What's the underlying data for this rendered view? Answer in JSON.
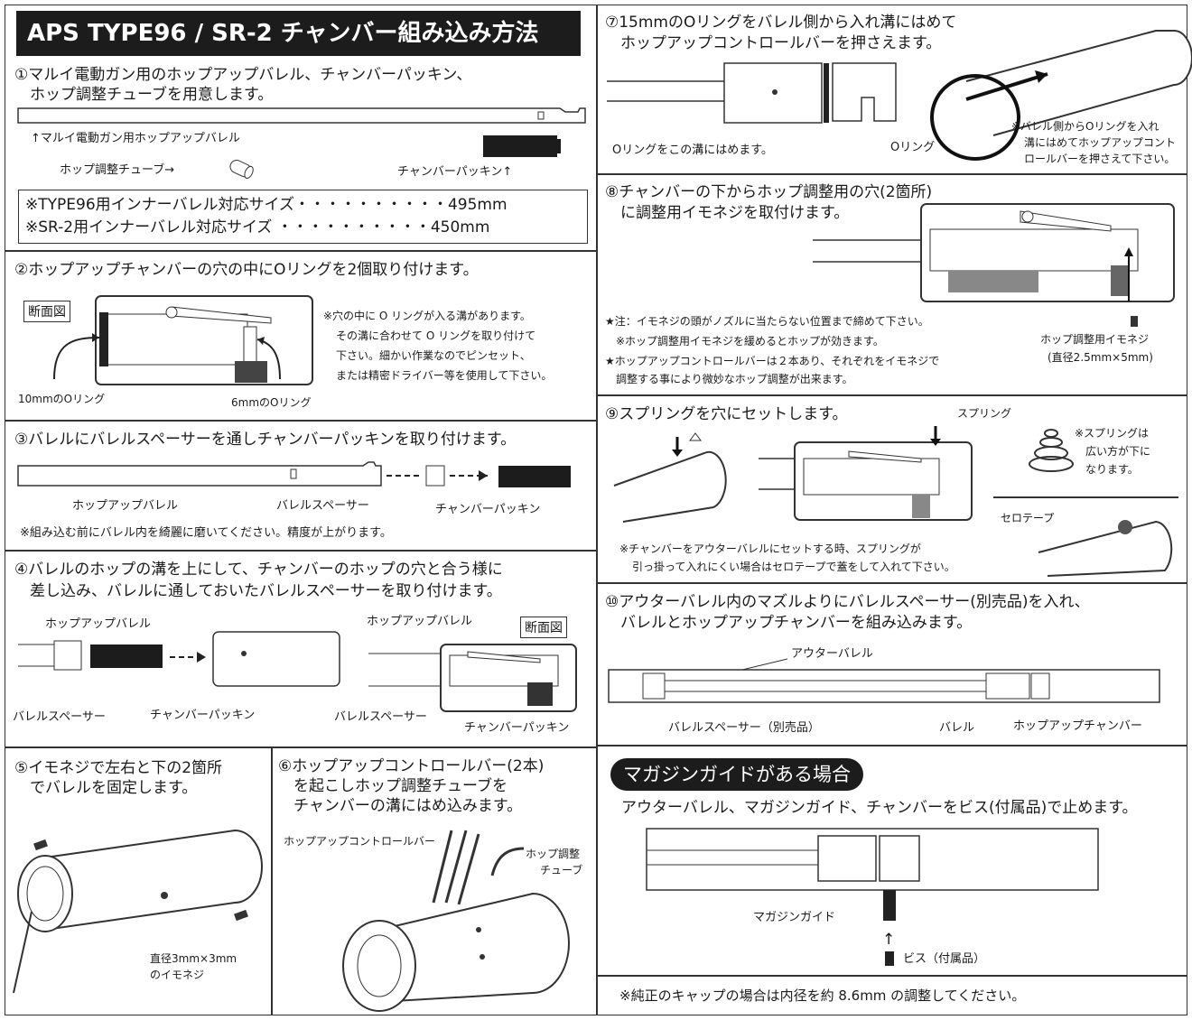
{
  "title": "APS TYPE96 / SR-2 チャンバー組み込み方法",
  "s1": {
    "heading": [
      "①マルイ電動ガン用のホップアップバレル、チャンバーパッキン、",
      "　ホップ調整チューブを用意します。"
    ],
    "barrel_label": "↑マルイ電動ガン用ホップアップバレル",
    "tube_label": "ホップ調整チューブ→",
    "packing_label": "チャンバーパッキン↑",
    "size1_text": "※TYPE96用インナーバレル対応サイズ・・・・・・・・・・495mm",
    "size2_text": "※SR-2用インナーバレル対応サイズ ・・・・・・・・・・450mm"
  },
  "s2": {
    "heading": "②ホップアップチャンバーの穴の中にOリングを2個取り付けます。",
    "section_label": "断面図",
    "note": [
      "※穴の中に O リングが入る溝があります。",
      "その溝に合わせて O リングを取り付けて",
      "下さい。細かい作業なのでピンセット、",
      "または精密ドライバー等を使用して下さい。"
    ],
    "oring10": "10mmのOリング",
    "oring6": "6mmのOリング"
  },
  "s3": {
    "heading": "③バレルにバレルスペーサーを通しチャンバーパッキンを取り付けます。",
    "barrel": "ホップアップバレル",
    "spacer": "バレルスペーサー",
    "packing": "チャンバーパッキン",
    "note": "※組み込む前にバレル内を綺麗に磨いてください。精度が上がります。"
  },
  "s4": {
    "heading": [
      "④バレルのホップの溝を上にして、チャンバーのホップの穴と合う様に",
      "　差し込み、バレルに通しておいたバレルスペーサーを取り付けます。"
    ],
    "barrel1": "ホップアップバレル",
    "barrel2": "ホップアップバレル",
    "section_label": "断面図",
    "spacer1": "バレルスペーサー",
    "packing1": "チャンバーパッキン",
    "spacer2": "バレルスペーサー",
    "packing2": "チャンバーパッキン"
  },
  "s5": {
    "heading": [
      "⑤イモネジで左右と下の2箇所",
      "　でバレルを固定します。"
    ],
    "screw_note": [
      "直径3mm×3mm",
      "のイモネジ"
    ]
  },
  "s6": {
    "heading": [
      "⑥ホップアップコントロールバー(2本)",
      "　を起こしホップ調整チューブを",
      "　チャンバーの溝にはめ込みます。"
    ],
    "bar_label": "ホップアップコントロールバー",
    "tube_label": [
      "ホップ調整",
      "チューブ"
    ]
  },
  "s7": {
    "heading": [
      "⑦15mmのOリングをバレル側から入れ溝にはめて",
      "　ホップアップコントロールバーを押さえます。"
    ],
    "groove_label": "Oリングをこの溝にはめます。",
    "oring_label": "Oリング",
    "note": [
      "※バレル側からOリングを入れ",
      "溝にはめてホップアップコント",
      "ロールバーを押さえて下さい。"
    ]
  },
  "s8": {
    "heading": [
      "⑧チャンバーの下からホップ調整用の穴(2箇所)",
      "　に調整用イモネジを取付けます。"
    ],
    "note": [
      "★注：イモネジの頭がノズルに当たらない位置まで締めて下さい。",
      "　※ホップ調整用イモネジを緩めるとホップが効きます。",
      "★ホップアップコントロールバーは２本あり、それぞれをイモネジで",
      "　調整する事により微妙なホップ調整が出来ます。"
    ],
    "screw_label": [
      "ホップ調整用イモネジ",
      "(直径2.5mm×5mm)"
    ]
  },
  "s9": {
    "heading": "⑨スプリングを穴にセットします。",
    "spring_label": "スプリング",
    "spring_note": [
      "※スプリングは",
      "広い方が下に",
      "なります。"
    ],
    "tape_label": "セロテープ",
    "note": [
      "※チャンバーをアウターバレルにセットする時、スプリングが",
      "引っ掛って入れにくい場合はセロテープで蓋をして入れて下さい。"
    ]
  },
  "s10": {
    "heading": [
      "⑩アウターバレル内のマズルよりにバレルスペーサー(別売品)を入れ、",
      "　バレルとホップアップチャンバーを組み込みます。"
    ],
    "outer": "アウターバレル",
    "spacer": "バレルスペーサー（別売品）",
    "barrel": "バレル",
    "chamber": "ホップアップチャンバー"
  },
  "mag": {
    "title": "マガジンガイドがある場合",
    "text": "アウターバレル、マガジンガイド、チャンバーをビス(付属品)で止めます。",
    "guide": "マガジンガイド",
    "screw": "↑",
    "screw_label": "ビス（付属品）",
    "note": "※純正のキャップの場合は内径を約 8.6mm の調整してください。"
  }
}
